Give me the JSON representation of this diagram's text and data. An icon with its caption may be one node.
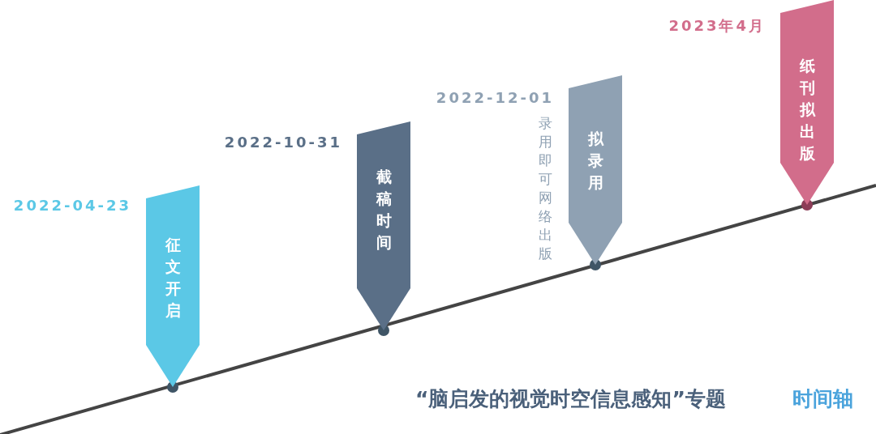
{
  "diagram": {
    "nodes": [
      {
        "text": [
          "征文开启"
        ],
        "beside": [
          "2022-04-23"
        ]
      },
      {
        "text": [
          "截稿时间"
        ],
        "beside": [
          "2022-10-31"
        ]
      },
      {
        "text": [
          "拟录用"
        ],
        "beside": [
          "2022-12-01",
          "录用即可网络出版"
        ]
      },
      {
        "text": [
          "纸刊拟出版"
        ],
        "beside": [
          "2023年4月"
        ]
      }
    ],
    "labels": [
      "“脑启发的视觉时空信息感知”专题",
      "时间轴"
    ]
  }
}
